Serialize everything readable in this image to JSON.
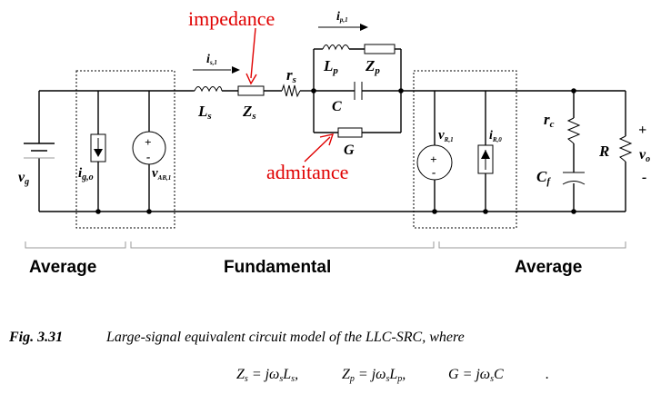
{
  "annotations": {
    "impedance": "impedance",
    "admitance": "admitance",
    "color": "#e00000"
  },
  "sections": {
    "left": "Average",
    "middle": "Fundamental",
    "right": "Average"
  },
  "labels": {
    "vg": "v",
    "vg_sub": "g",
    "igo": "i",
    "igo_sub": "g,o",
    "vab": "v",
    "vab_sub": "AB,1",
    "is1": "i",
    "is1_sub": "s,1",
    "Ls": "L",
    "Ls_sub": "s",
    "Zs": "Z",
    "Zs_sub": "s",
    "rs": "r",
    "rs_sub": "s",
    "ip1": "i",
    "ip1_sub": "p,1",
    "Lp": "L",
    "Lp_sub": "p",
    "Zp": "Z",
    "Zp_sub": "p",
    "C": "C",
    "G": "G",
    "vr1": "v",
    "vr1_sub": "R,1",
    "iro": "i",
    "iro_sub": "R,0",
    "rc": "r",
    "rc_sub": "c",
    "Cf": "C",
    "Cf_sub": "f",
    "R": "R",
    "vo": "v",
    "vo_sub": "o",
    "plus": "+",
    "minus": "-"
  },
  "caption": {
    "fig": "Fig. 3.31",
    "text": "Large-signal equivalent circuit model of the LLC-SRC, where",
    "eq1_lhs": "Z",
    "eq1_sub": "s",
    "eq1_rhs": " = jω",
    "eq1_rsub": "s",
    "eq1_tail": "L",
    "eq1_tsub": "s",
    "eq2_lhs": "Z",
    "eq2_sub": "p",
    "eq2_rhs": " = jω",
    "eq2_rsub": "s",
    "eq2_tail": "L",
    "eq2_tsub": "p",
    "eq3_lhs": "G",
    "eq3_rhs": " = jω",
    "eq3_rsub": "s",
    "eq3_tail": "C",
    "comma": ",",
    "period": "."
  }
}
